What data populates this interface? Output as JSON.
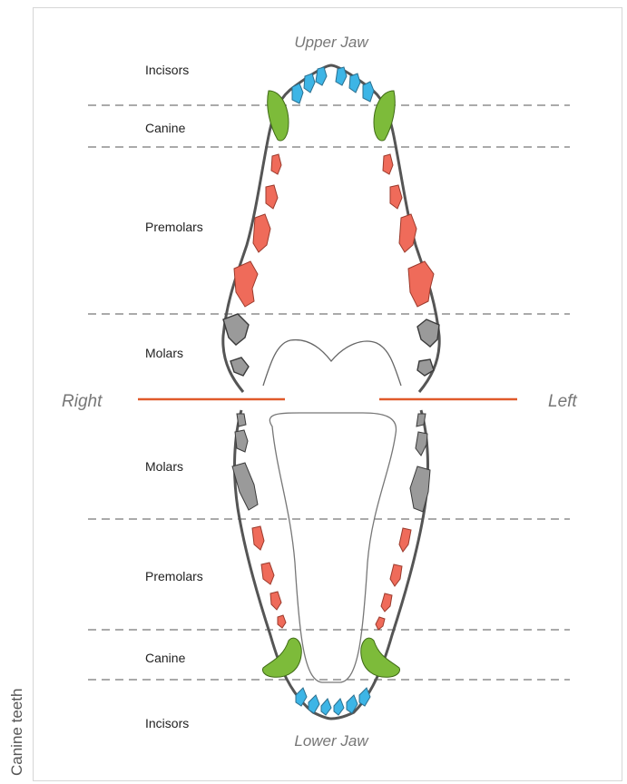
{
  "side_title": "Canine teeth",
  "jaw_labels": {
    "upper": "Upper Jaw",
    "lower": "Lower Jaw"
  },
  "side_labels": {
    "right": "Right",
    "left": "Left"
  },
  "upper_regions": [
    "Incisors",
    "Canine",
    "Premolars",
    "Molars"
  ],
  "lower_regions": [
    "Molars",
    "Premolars",
    "Canine",
    "Incisors"
  ],
  "colors": {
    "incisors": "#3db5e6",
    "canine": "#7dbb3a",
    "premolars": "#ef6b5a",
    "molars": "#9a9a9a",
    "divider": "#e05a2b",
    "outline": "#555555"
  }
}
